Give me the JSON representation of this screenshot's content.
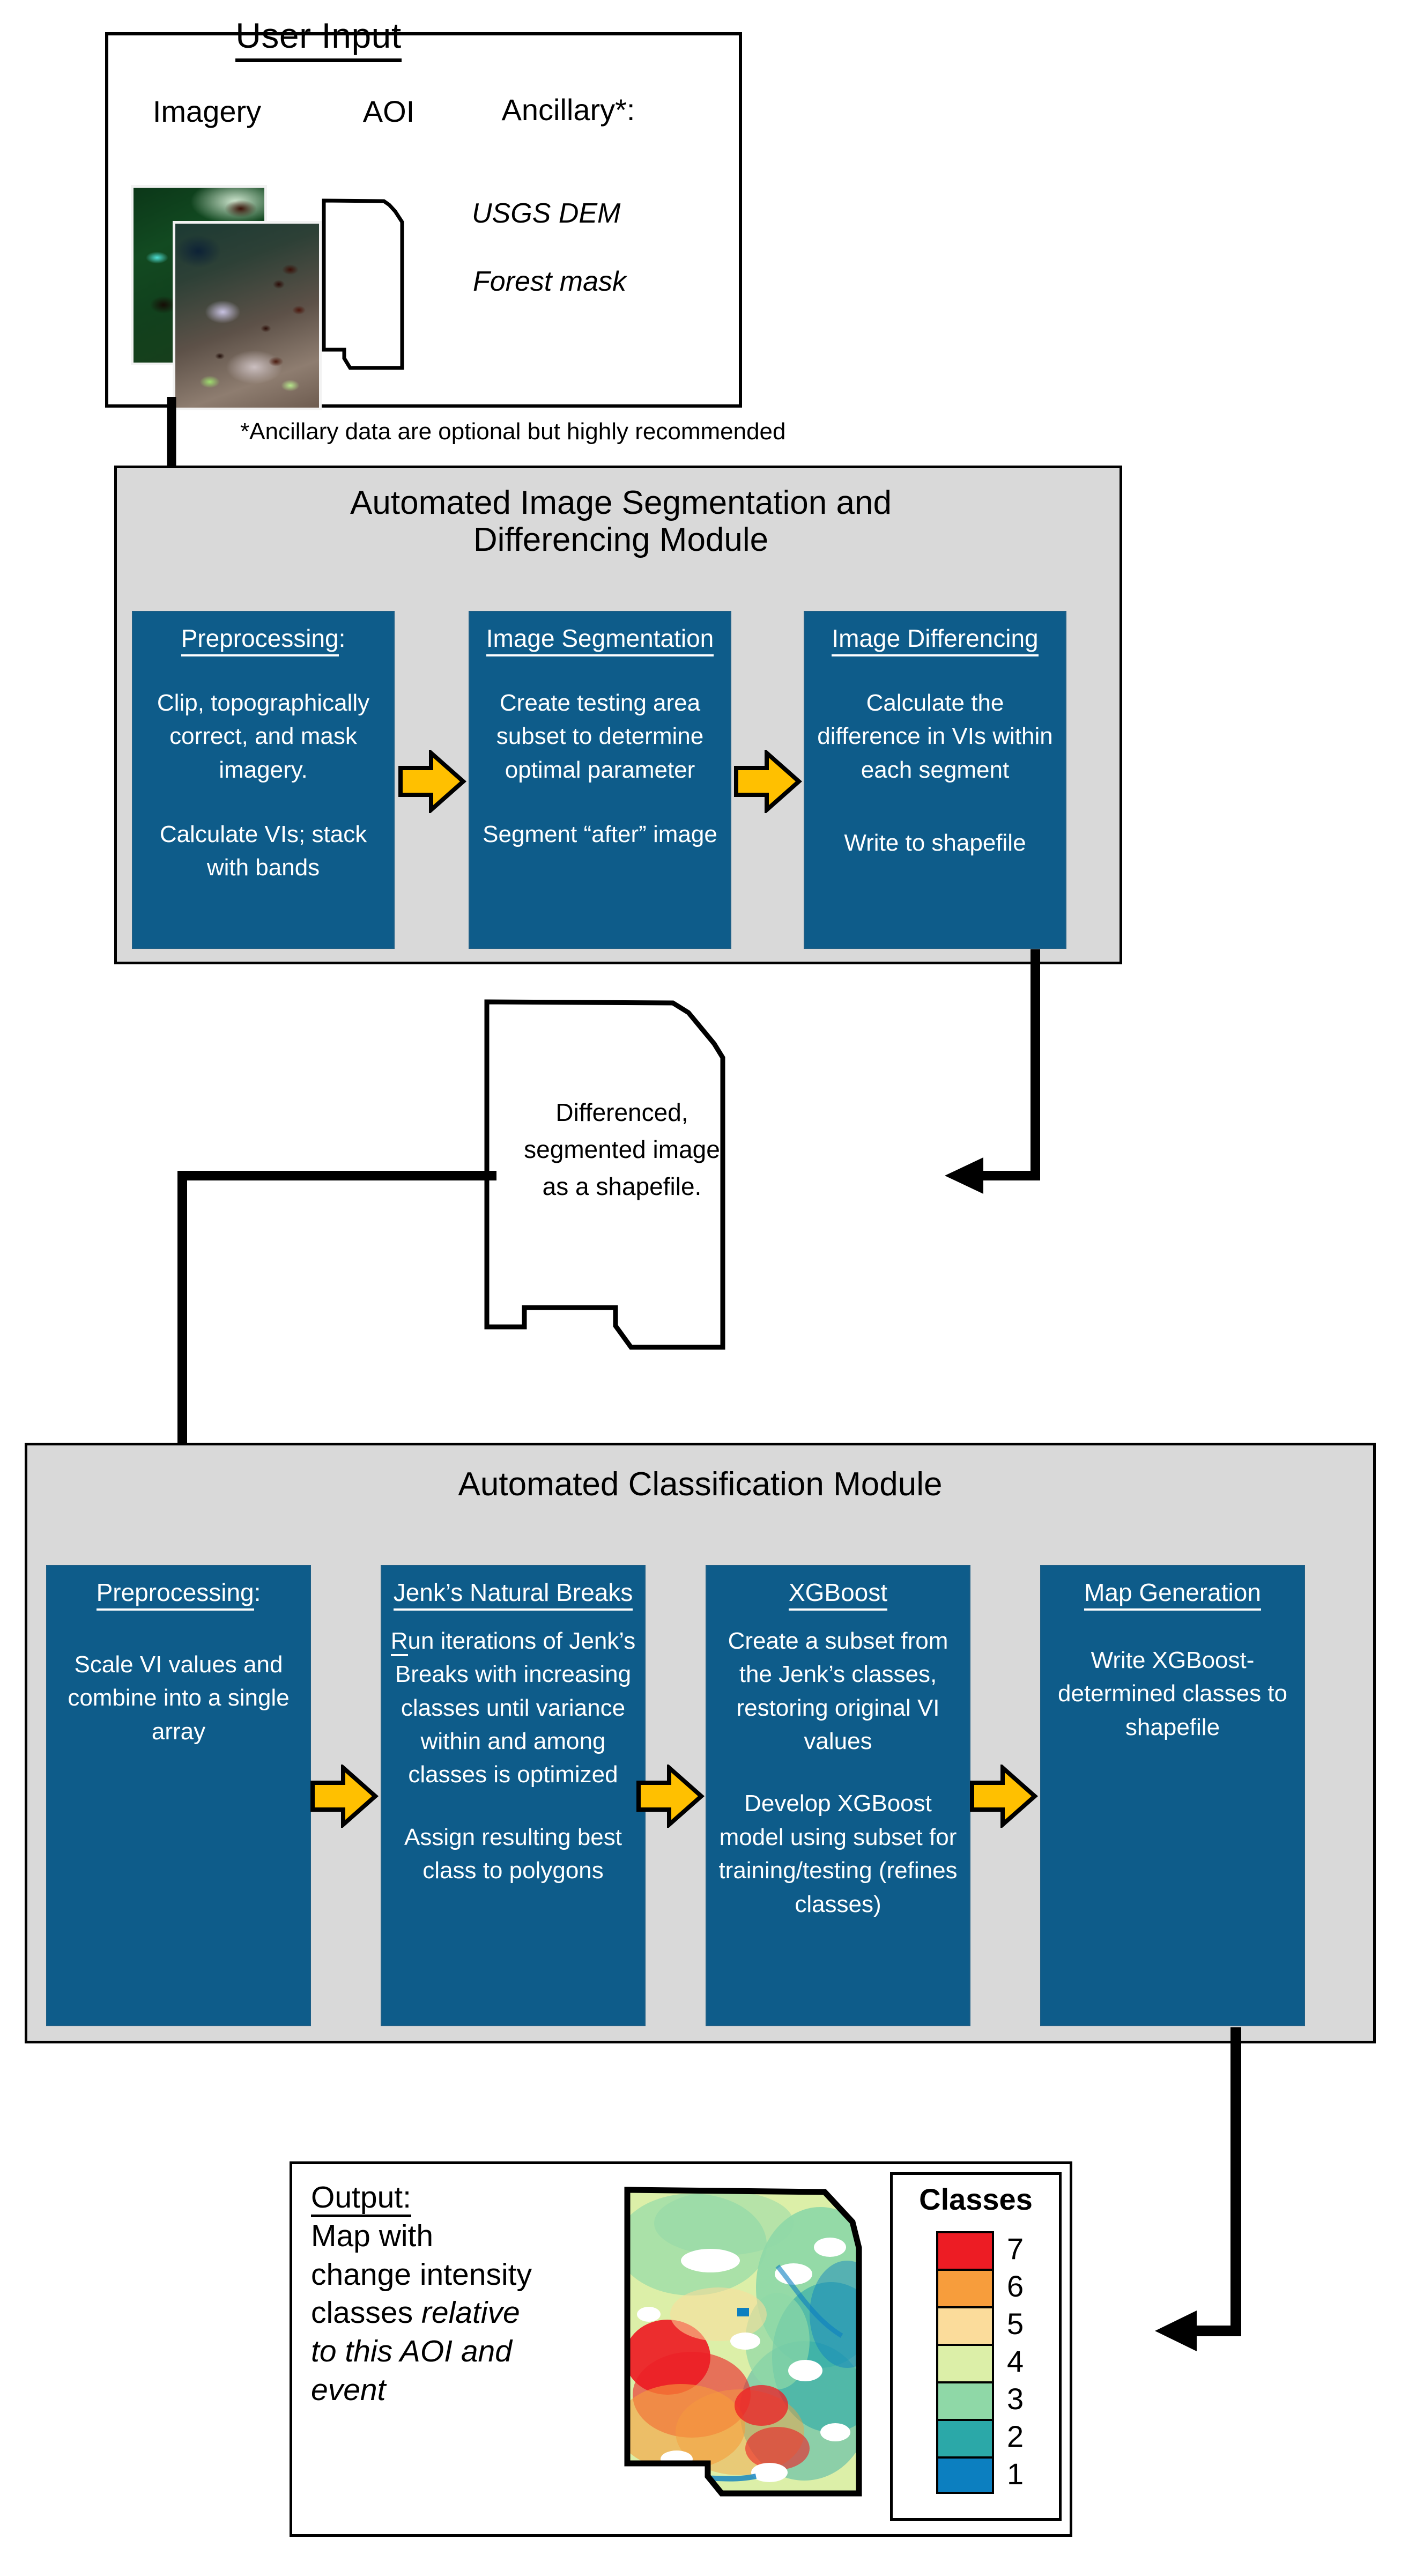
{
  "user_input": {
    "title": "User Input",
    "columns": [
      "Imagery",
      "AOI",
      "Ancillary*:"
    ],
    "ancillary_items": [
      "USGS DEM",
      "Forest mask"
    ],
    "footnote": "*Ancillary data are optional but highly recommended"
  },
  "segmentation_module": {
    "title_line1": "Automated Image Segmentation and",
    "title_line2": "Differencing Module",
    "boxes": [
      {
        "heading": "Preprocessing",
        "heading_suffix": ":",
        "para1": "Clip, topographically correct, and mask imagery.",
        "para2": "Calculate VIs; stack with bands"
      },
      {
        "heading": "Image Segmentation",
        "heading_suffix": "",
        "para1": "Create testing area subset to determine optimal parameter",
        "para2": "Segment “after” image"
      },
      {
        "heading": "Image Differencing",
        "heading_suffix": "",
        "para1": "Calculate the difference in VIs within each segment",
        "para2": "Write to shapefile"
      }
    ]
  },
  "intermediate_doc": {
    "text": "Differenced, segmented image as a shapefile."
  },
  "classification_module": {
    "title": "Automated Classification Module",
    "boxes": [
      {
        "heading": "Preprocessing",
        "heading_suffix": ":",
        "para1": "Scale VI values and combine into a single array",
        "para2": ""
      },
      {
        "heading": "Jenk’s Natural Breaks",
        "heading_suffix": "",
        "para1_first": "R",
        "para1_rest": "un iterations of Jenk’s Breaks with increasing classes until variance within and among classes is optimized",
        "para2": "Assign resulting best class to polygons"
      },
      {
        "heading": "XGBoost",
        "heading_suffix": "",
        "para1": "Create a subset from the Jenk’s classes, restoring original VI values",
        "para2": "Develop XGBoost model using subset for training/testing (refines classes)"
      },
      {
        "heading": "Map Generation",
        "heading_suffix": "",
        "para1": "Write XGBoost-determined classes to  shapefile",
        "para2": ""
      }
    ]
  },
  "output": {
    "heading": "Output:",
    "line1": "Map with",
    "line2": "change intensity",
    "line3_normal": "classes ",
    "line3_italic": "relative",
    "line4_italic": "to this AOI and",
    "line5_italic": "event",
    "legend_title": "Classes",
    "legend_entries": [
      {
        "label": "7",
        "color": "#ED1C24"
      },
      {
        "label": "6",
        "color": "#F79D3C"
      },
      {
        "label": "5",
        "color": "#FBDC9B"
      },
      {
        "label": "4",
        "color": "#DCEFA8"
      },
      {
        "label": "3",
        "color": "#8FD8A7"
      },
      {
        "label": "2",
        "color": "#2BA8A8"
      },
      {
        "label": "1",
        "color": "#0C7FC0"
      }
    ]
  },
  "colors": {
    "process_box": "#0E5C8A",
    "module_panel": "#D9D9D9",
    "arrow_yellow": "#FFC000",
    "outline": "#000000"
  },
  "icons": {
    "chevron": "chevron-right-arrow-icon",
    "aoi": "aoi-polygon-icon",
    "doc": "shapefile-document-icon"
  }
}
